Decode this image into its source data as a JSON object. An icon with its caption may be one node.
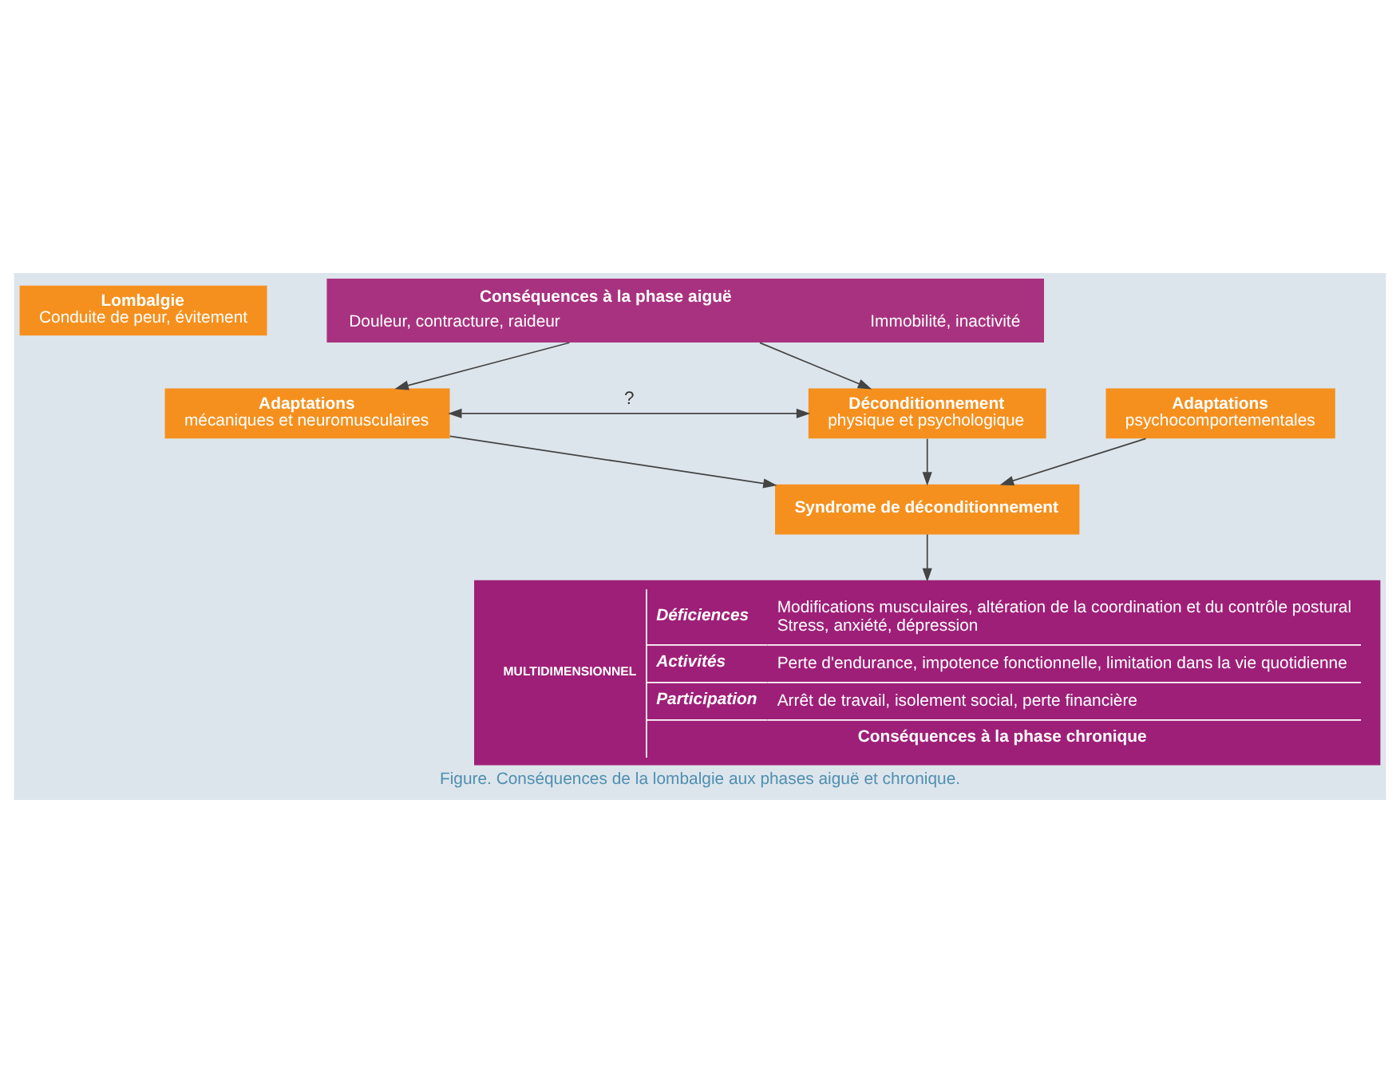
{
  "diagram": {
    "caption": "Figure. Conséquences de la lombalgie aux phases aiguë et chronique.",
    "nodes": [
      {
        "text": [
          "Lombalgie",
          "Conduite de peur, évitement"
        ]
      },
      {
        "text": [
          "Conséquences à la phase aiguë",
          "Douleur, contracture, raideur",
          "Immobilité, inactivité"
        ]
      },
      {
        "text": [
          "Adaptations",
          "mécaniques et neuromusculaires"
        ]
      },
      {
        "text": [
          "Adaptations",
          "psychocomportementales"
        ]
      },
      {
        "text": [
          "Déconditionnement",
          "physique et psychologique"
        ]
      },
      {
        "text": [
          "Syndrome de déconditionnement"
        ]
      },
      {
        "text": [
          "MULTIDIMENSIONNEL",
          "Déficiences",
          "Modifications musculaires, altération de la coordination et du contrôle postural",
          "Stress, anxiété, dépression",
          "Activités",
          "Perte d'endurance, impotence fonctionnelle, limitation dans la vie quotidienne",
          "Participation",
          "Arrêt de travail, isolement social, perte financière",
          "Conséquences à la phase chronique"
        ]
      }
    ],
    "edges": [
      {
        "from": 1,
        "to": 2,
        "arrow": "to"
      },
      {
        "from": 1,
        "to": 4,
        "arrow": "to"
      },
      {
        "from": 2,
        "to": 4,
        "arrow": "both",
        "label": "?"
      },
      {
        "from": 2,
        "to": 5,
        "arrow": "to"
      },
      {
        "from": 3,
        "to": 5,
        "arrow": "to"
      },
      {
        "from": 4,
        "to": 5,
        "arrow": "to"
      },
      {
        "from": 5,
        "to": 6,
        "arrow": "to"
      }
    ]
  }
}
